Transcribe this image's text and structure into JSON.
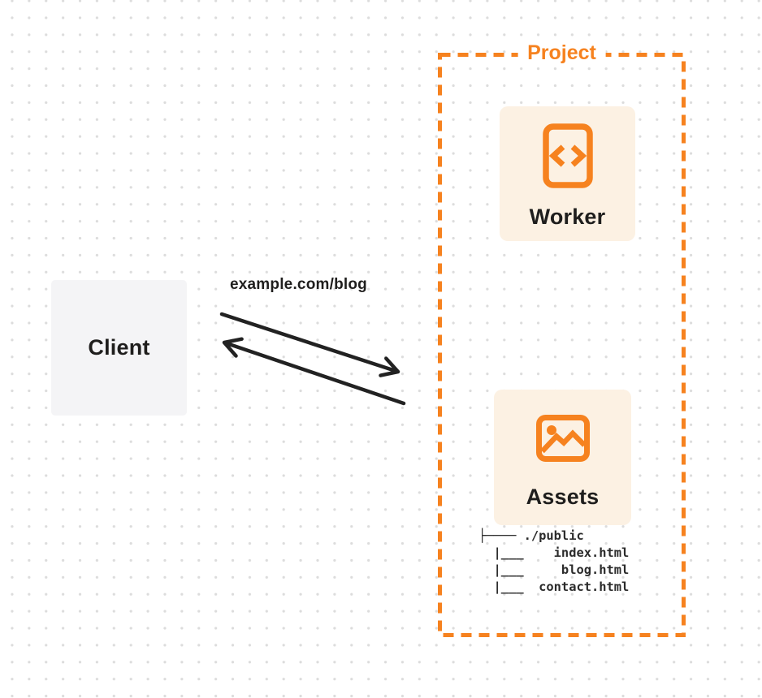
{
  "colors": {
    "orange": "#F6821F",
    "cream": "#FCF1E3",
    "client-bg": "#F4F4F6",
    "ink": "#1F1E1D",
    "arrow": "#222222",
    "dot": "#DCDCDC",
    "tree": "#2B2B2B"
  },
  "diagram": {
    "client": {
      "label": "Client"
    },
    "request": {
      "label": "example.com/blog"
    },
    "arrows": [
      {
        "from": "client",
        "to": "project",
        "direction": "request"
      },
      {
        "from": "project",
        "to": "client",
        "direction": "response"
      }
    ],
    "project": {
      "label": "Project",
      "worker": {
        "label": "Worker",
        "icon": "code-file-icon"
      },
      "assets": {
        "label": "Assets",
        "icon": "image-icon",
        "file_tree": "├──── ./public\n  |___    index.html\n  |___     blog.html\n  |___  contact.html"
      }
    }
  }
}
